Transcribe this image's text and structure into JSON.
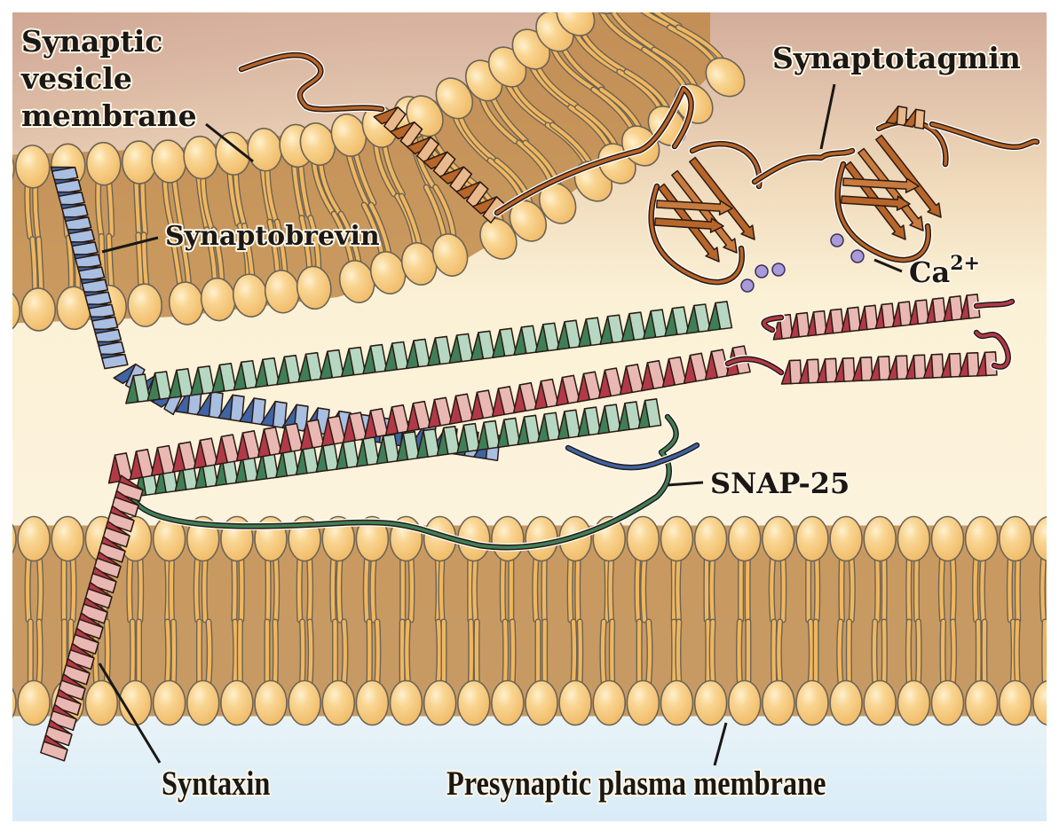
{
  "figure": {
    "title": "SNARE complex with synaptotagmin at the synapse",
    "labels": {
      "vesicle_membrane": [
        "Synaptic",
        "vesicle",
        "membrane"
      ],
      "synaptotagmin": "Synaptotagmin",
      "synaptobrevin": "Synaptobrevin",
      "calcium": "Ca",
      "calcium_charge": "2+",
      "snap25": "SNAP-25",
      "syntaxin": "Syntaxin",
      "plasma_membrane": "Presynaptic plasma membrane"
    },
    "colors": {
      "vesicle_lumen": "#d9b6a3",
      "cytoplasm": "#fbf1d6",
      "extracellular": "#e2f0f8",
      "lipid_head": "#f7c97a",
      "lipid_tail": "#f0b65e",
      "membrane_core": "#c08a4a",
      "synaptobrevin_dark": "#3e64a3",
      "synaptobrevin_light": "#a9bfe2",
      "syntaxin_dark": "#b23a48",
      "syntaxin_light": "#eab8b3",
      "snap25_dark": "#3f7f57",
      "snap25_light": "#b6d8c3",
      "synaptotagmin_dark": "#b8652a",
      "synaptotagmin_light": "#e9b98c",
      "calcium_ion": "#a99ad8"
    },
    "proteins": [
      {
        "name": "Synaptobrevin",
        "location": "vesicle membrane"
      },
      {
        "name": "Syntaxin",
        "location": "presynaptic plasma membrane"
      },
      {
        "name": "SNAP-25",
        "location": "presynaptic plasma membrane (cytoplasmic face)"
      },
      {
        "name": "Synaptotagmin",
        "location": "vesicle membrane",
        "bound_ions": "Ca2+"
      }
    ]
  }
}
